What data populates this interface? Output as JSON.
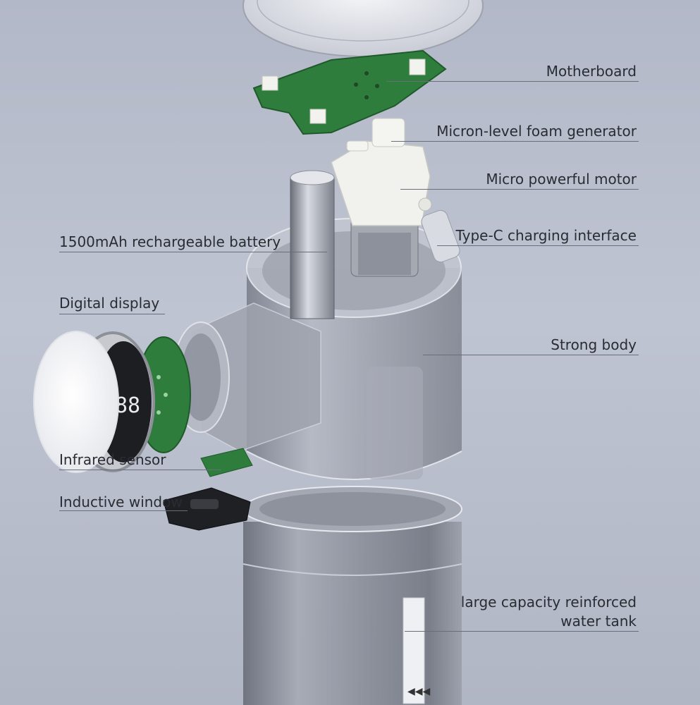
{
  "labels": {
    "motherboard": "Motherboard",
    "foam_generator": "Micron-level foam generator",
    "motor": "Micro powerful motor",
    "charging": "Type-C charging interface",
    "battery": "1500mAh rechargeable battery",
    "display": "Digital display",
    "body": "Strong body",
    "infrared": "Infrared sensor",
    "inductive": "Inductive window",
    "tank_line1": "large capacity reinforced",
    "tank_line2": "water tank"
  },
  "colors": {
    "pcb_green": "#2f7d3c",
    "body_gray": "#8a8f9c",
    "background": "#bcc1cf",
    "label_text": "#2a2c33"
  }
}
